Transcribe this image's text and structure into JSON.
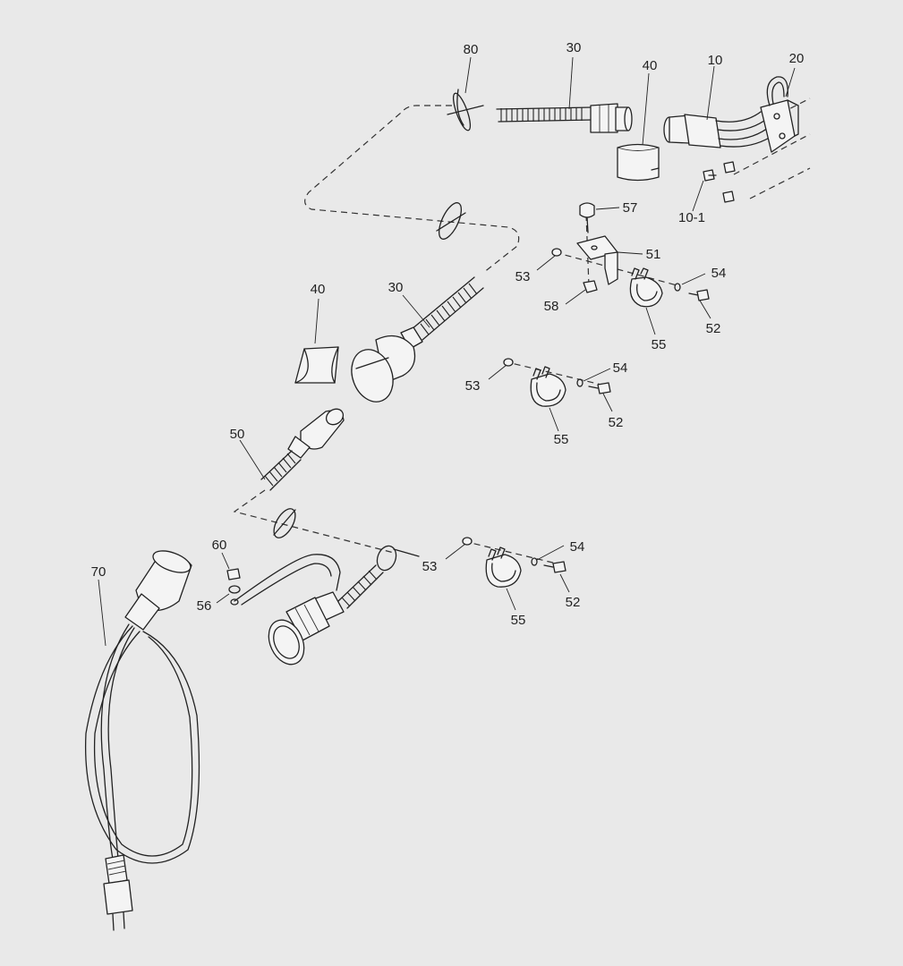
{
  "labels": {
    "p80": "80",
    "p30a": "30",
    "p40a": "40",
    "p10": "10",
    "p20": "20",
    "p10_1": "10-1",
    "p57": "57",
    "p51": "51",
    "p53a": "53",
    "p58": "58",
    "p54a": "54",
    "p52a": "52",
    "p55a": "55",
    "p40b": "40",
    "p30b": "30",
    "p53b": "53",
    "p54b": "54",
    "p52b": "52",
    "p55b": "55",
    "p50": "50",
    "p60": "60",
    "p56": "56",
    "p70": "70",
    "p53c": "53",
    "p54c": "54",
    "p52c": "52",
    "p55c": "55"
  }
}
